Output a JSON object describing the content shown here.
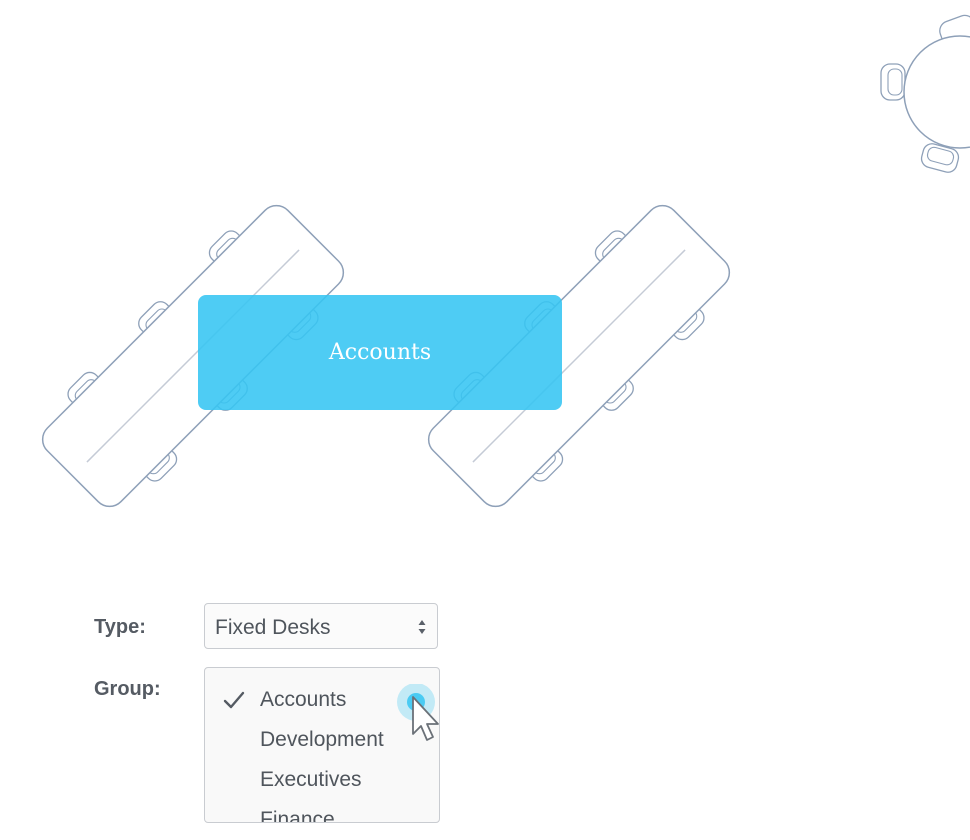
{
  "canvas": {
    "group_banner": "Accounts"
  },
  "form": {
    "type_label": "Type:",
    "type_value": "Fixed Desks",
    "group_label": "Group:",
    "group_options": [
      "Accounts",
      "Development",
      "Executives",
      "Finance"
    ],
    "group_selected": "Accounts"
  },
  "colors": {
    "accent": "#35c5f2",
    "furniture_stroke": "#8ea0b8",
    "text": "#555b63"
  },
  "icons": {
    "check": "check-icon",
    "cursor": "pointer-cursor-icon",
    "select_arrows": "up-down-arrows-icon"
  }
}
